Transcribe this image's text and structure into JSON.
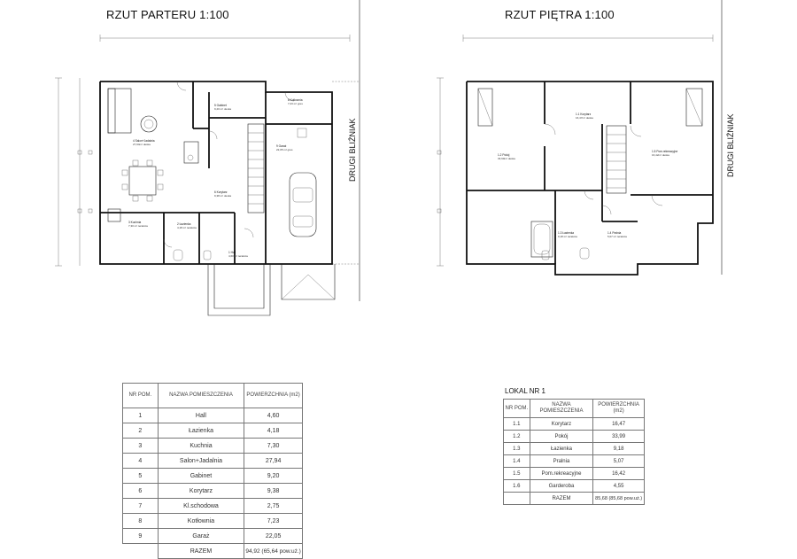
{
  "ground": {
    "title": "RZUT PARTERU 1:100",
    "neighbor": "DRUGI BLIŹNIAK",
    "table": {
      "headers": [
        "NR POM.",
        "NAZWA POMIESZCZENIA",
        "POWIERZCHNIA (m2)"
      ],
      "rows": [
        {
          "nr": "1",
          "name": "Hall",
          "area": "4,60"
        },
        {
          "nr": "2",
          "name": "Łazienka",
          "area": "4,18"
        },
        {
          "nr": "3",
          "name": "Kuchnia",
          "area": "7,30"
        },
        {
          "nr": "4",
          "name": "Salon+Jadalnia",
          "area": "27,94"
        },
        {
          "nr": "5",
          "name": "Gabinet",
          "area": "9,20"
        },
        {
          "nr": "6",
          "name": "Korytarz",
          "area": "9,38"
        },
        {
          "nr": "7",
          "name": "Kl.schodowa",
          "area": "2,75"
        },
        {
          "nr": "8",
          "name": "Kotłownia",
          "area": "7,23"
        },
        {
          "nr": "9",
          "name": "Garaż",
          "area": "22,05"
        }
      ],
      "total_label": "RAZEM",
      "total_value": "94,92 (65,64 pow.uż.)"
    },
    "plan_labels": {
      "salon": "4 Salon+Jadalnia",
      "gabinet": "5 Gabinet",
      "kotlownia": "8 Kotłownia",
      "garaz": "9 Garaż",
      "korytarz": "6 Korytarz",
      "kuchnia": "3 Kuchnia",
      "lazienka": "2 Łazienka",
      "hall": "1 Hall"
    }
  },
  "upper": {
    "title": "RZUT PIĘTRA 1:100",
    "neighbor": "DRUGI BLIŹNIAK",
    "lokal": "LOKAL NR 1",
    "table": {
      "headers": [
        "NR POM.",
        "NAZWA POMIESZCZENIA",
        "POWIERZCHNIA (m2)"
      ],
      "rows": [
        {
          "nr": "1.1",
          "name": "Korytarz",
          "area": "16,47"
        },
        {
          "nr": "1.2",
          "name": "Pokój",
          "area": "33,99"
        },
        {
          "nr": "1.3",
          "name": "Łazienka",
          "area": "9,18"
        },
        {
          "nr": "1.4",
          "name": "Pralnia",
          "area": "5,07"
        },
        {
          "nr": "1.5",
          "name": "Pom.rekreacyjne",
          "area": "16,42"
        },
        {
          "nr": "1.6",
          "name": "Garderoba",
          "area": "4,55"
        }
      ],
      "total_label": "RAZEM",
      "total_value": "85,68 (85,68 pow.uż.)"
    },
    "plan_labels": {
      "pokoj": "1.2 Pokój",
      "korytarz": "1.1 Korytarz",
      "rekreacyjne": "1.5 Pom.rekreacyjne",
      "lazienka": "1.3 Łazienka",
      "pralnia": "1.4 Pralnia"
    }
  }
}
